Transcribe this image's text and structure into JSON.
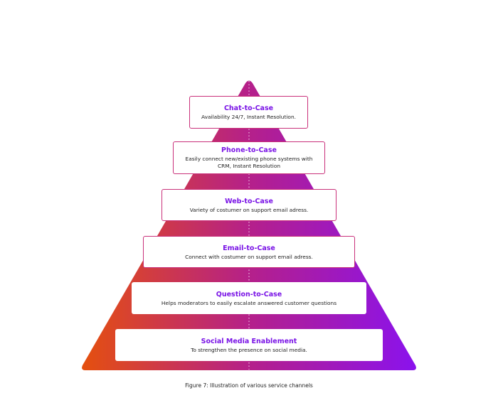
{
  "diagram": {
    "colors": {
      "gradient_start": "#e5500d",
      "gradient_mid": "#b5208a",
      "gradient_end": "#8a12ee",
      "title": "#7a14e6",
      "border": "#c9307a"
    },
    "tiers": [
      {
        "title": "Chat-to-Case",
        "description": "Availability 24/7, Instant Resolution."
      },
      {
        "title": "Phone-to-Case",
        "description": "Easily connect new/existing phone systems with CRM, Instant Resolution"
      },
      {
        "title": "Web-to-Case",
        "description": "Variety of costumer on support email adress."
      },
      {
        "title": "Email-to-Case",
        "description": "Connect with costumer on support email adress."
      },
      {
        "title": "Question-to-Case",
        "description": "Helps moderators to easily escalate answered customer questions"
      },
      {
        "title": "Social Media Enablement",
        "description": "To strengthen the presence on social media."
      }
    ]
  },
  "caption": "Figure 7: Illustration of various service channels"
}
